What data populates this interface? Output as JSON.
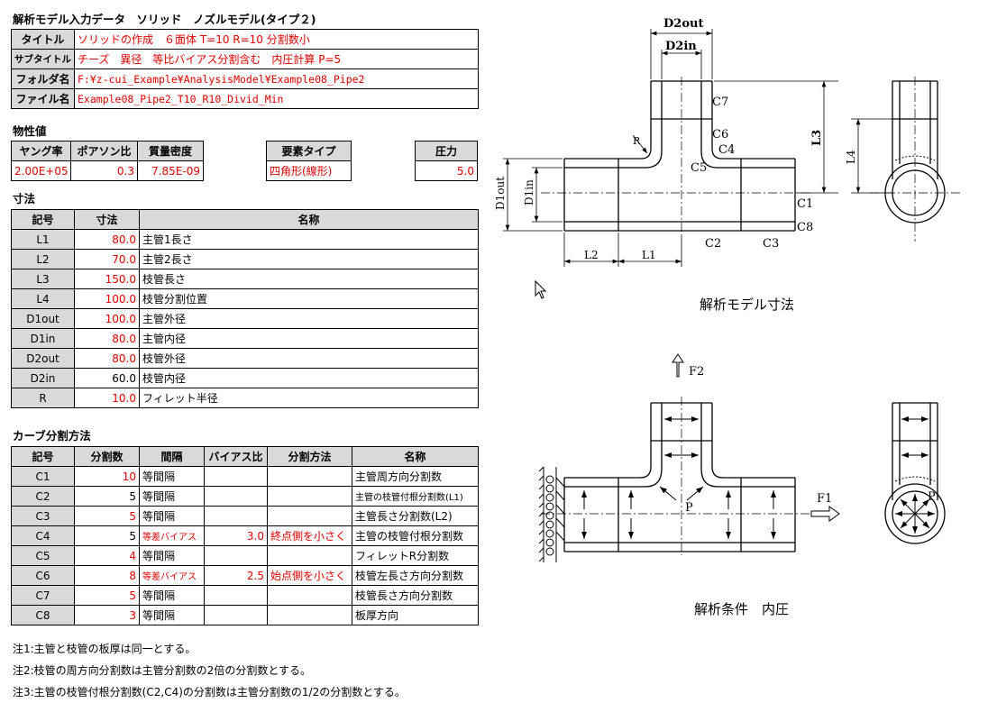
{
  "title": "解析モデル入力データ　ソリッド　ノズルモデル(タイプ２)",
  "info": [
    {
      "label": "タイトル",
      "value": "ソリッドの作成　６面体 T=10 R=10 分割数小"
    },
    {
      "label": "サブタイトル",
      "value": "チーズ　異径　等比バイアス分割含む　内圧計算 P=5"
    },
    {
      "label": "フォルダ名",
      "value": "F:¥z-cui_Example¥AnalysisModel¥Example08_Pipe2"
    },
    {
      "label": "ファイル名",
      "value": "Example08_Pipe2_T10_R10_Divid_Min"
    }
  ],
  "props": {
    "heading": "物性値",
    "young_label": "ヤング率",
    "young": "2.00E+05",
    "poisson_label": "ポアソン比",
    "poisson": "0.3",
    "density_label": "質量密度",
    "density": "7.85E-09",
    "elem_label": "要素タイプ",
    "elem": "四角形(線形)",
    "pressure_label": "圧力",
    "pressure": "5.0"
  },
  "dims": {
    "heading": "寸法",
    "headers": [
      "記号",
      "寸法",
      "名称"
    ],
    "rows": [
      {
        "sym": "L1",
        "val": "80.0",
        "name": "主管1長さ",
        "red": true
      },
      {
        "sym": "L2",
        "val": "70.0",
        "name": "主管2長さ",
        "red": true
      },
      {
        "sym": "L3",
        "val": "150.0",
        "name": "枝管長さ",
        "red": true
      },
      {
        "sym": "L4",
        "val": "100.0",
        "name": "枝管分割位置",
        "red": true
      },
      {
        "sym": "D1out",
        "val": "100.0",
        "name": "主管外径",
        "red": true
      },
      {
        "sym": "D1in",
        "val": "80.0",
        "name": "主管内径",
        "red": true
      },
      {
        "sym": "D2out",
        "val": "80.0",
        "name": "枝管外径",
        "red": true
      },
      {
        "sym": "D2in",
        "val": "60.0",
        "name": "枝管内径",
        "red": false
      },
      {
        "sym": "R",
        "val": "10.0",
        "name": "フィレット半径",
        "red": true
      }
    ]
  },
  "curves": {
    "heading": "カーブ分割方法",
    "headers": [
      "記号",
      "分割数",
      "間隔",
      "バイアス比",
      "分割方法",
      "名称"
    ],
    "rows": [
      {
        "sym": "C1",
        "n": "10",
        "nred": true,
        "interval": "等間隔",
        "ired": false,
        "bias": "",
        "method": "",
        "name": "主管周方向分割数",
        "nsmall": false
      },
      {
        "sym": "C2",
        "n": "5",
        "nred": false,
        "interval": "等間隔",
        "ired": false,
        "bias": "",
        "method": "",
        "name": "主管の枝管付根分割数(L1)",
        "nsmall": true
      },
      {
        "sym": "C3",
        "n": "5",
        "nred": true,
        "interval": "等間隔",
        "ired": false,
        "bias": "",
        "method": "",
        "name": "主管長さ分割数(L2)",
        "nsmall": false
      },
      {
        "sym": "C4",
        "n": "5",
        "nred": false,
        "interval": "等差バイアス",
        "ired": true,
        "bias": "3.0",
        "method": "終点側を小さく",
        "name": "主管の枝管付根分割数",
        "nsmall": false
      },
      {
        "sym": "C5",
        "n": "4",
        "nred": true,
        "interval": "等間隔",
        "ired": false,
        "bias": "",
        "method": "",
        "name": "フィレットR分割数",
        "nsmall": false
      },
      {
        "sym": "C6",
        "n": "8",
        "nred": true,
        "interval": "等差バイアス",
        "ired": true,
        "bias": "2.5",
        "method": "始点側を小さく",
        "name": "枝管左長さ方向分割数",
        "nsmall": false
      },
      {
        "sym": "C7",
        "n": "5",
        "nred": true,
        "interval": "等間隔",
        "ired": false,
        "bias": "",
        "method": "",
        "name": "枝管長さ方向分割数",
        "nsmall": false
      },
      {
        "sym": "C8",
        "n": "3",
        "nred": true,
        "interval": "等間隔",
        "ired": false,
        "bias": "",
        "method": "",
        "name": "板厚方向",
        "nsmall": false
      }
    ]
  },
  "notes": [
    "注1:主管と枝管の板厚は同一とする。",
    "注2:枝管の周方向分割数は主管分割数の2倍の分割数とする。",
    "注3:主管の枝管付根分割数(C2,C4)の分割数は主管分割数の1/2の分割数とする。"
  ],
  "diagram1": {
    "caption": "解析モデル寸法",
    "labels": {
      "d2out": "D2out",
      "d2in": "D2in",
      "c7": "C7",
      "c6": "C6",
      "c4": "C4",
      "c5": "C5",
      "r": "R",
      "l3": "L3",
      "l4": "L4",
      "d1out": "D1out",
      "d1in": "D1in",
      "c1": "C1",
      "c8": "C8",
      "c2": "C2",
      "c3": "C3",
      "l2": "L2",
      "l1": "L1"
    }
  },
  "diagram2": {
    "caption": "解析条件　内圧",
    "labels": {
      "f2": "F2",
      "f1": "F1",
      "p1": "P",
      "p2": "P"
    }
  }
}
